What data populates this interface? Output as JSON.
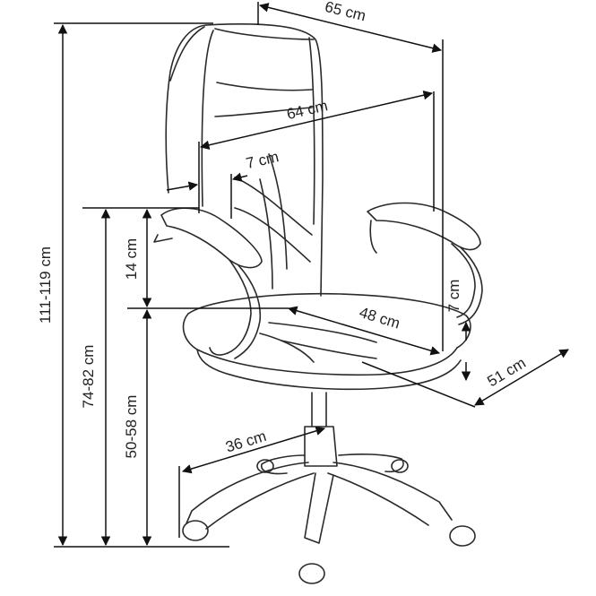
{
  "colors": {
    "line": "#2a2a2a",
    "dim": "#111111",
    "bg": "#ffffff"
  },
  "dimensions": {
    "total_height": "111-119 cm",
    "armrest_height": "74-82 cm",
    "seat_height": "50-58 cm",
    "armrest_above_seat": "14 cm",
    "overall_width": "65 cm",
    "backrest_width": "64 cm",
    "backrest_thickness": "7 cm",
    "seat_depth": "48 cm",
    "seat_width": "51 cm",
    "seat_thickness": "7 cm",
    "base_radius": "36 cm"
  }
}
